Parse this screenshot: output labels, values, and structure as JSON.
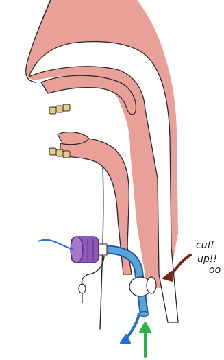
{
  "annotation": {
    "line1": "cuff",
    "line2": "up!!",
    "trail": "oo"
  },
  "colors": {
    "tissue": "#e8a098",
    "tissue_dark": "#d9837a",
    "tube": "#5aa3dc",
    "tube_outline": "#1f5a9a",
    "connector": "#8e5ab8",
    "connector_dark": "#5e2f8a",
    "annotation_arrow": "#7a2418",
    "inflow_arrow": "#2eb04a",
    "outflow_arrow": "#1f6fd0",
    "teeth": "#e7c98a",
    "cuff": "#ffffff"
  },
  "icons": {
    "annotation_arrow": "curved-arrow-left-icon",
    "inflow_arrow": "arrow-up-icon",
    "outflow_arrow": "arrow-down-left-icon",
    "pilot_balloon": "pilot-balloon-icon"
  }
}
